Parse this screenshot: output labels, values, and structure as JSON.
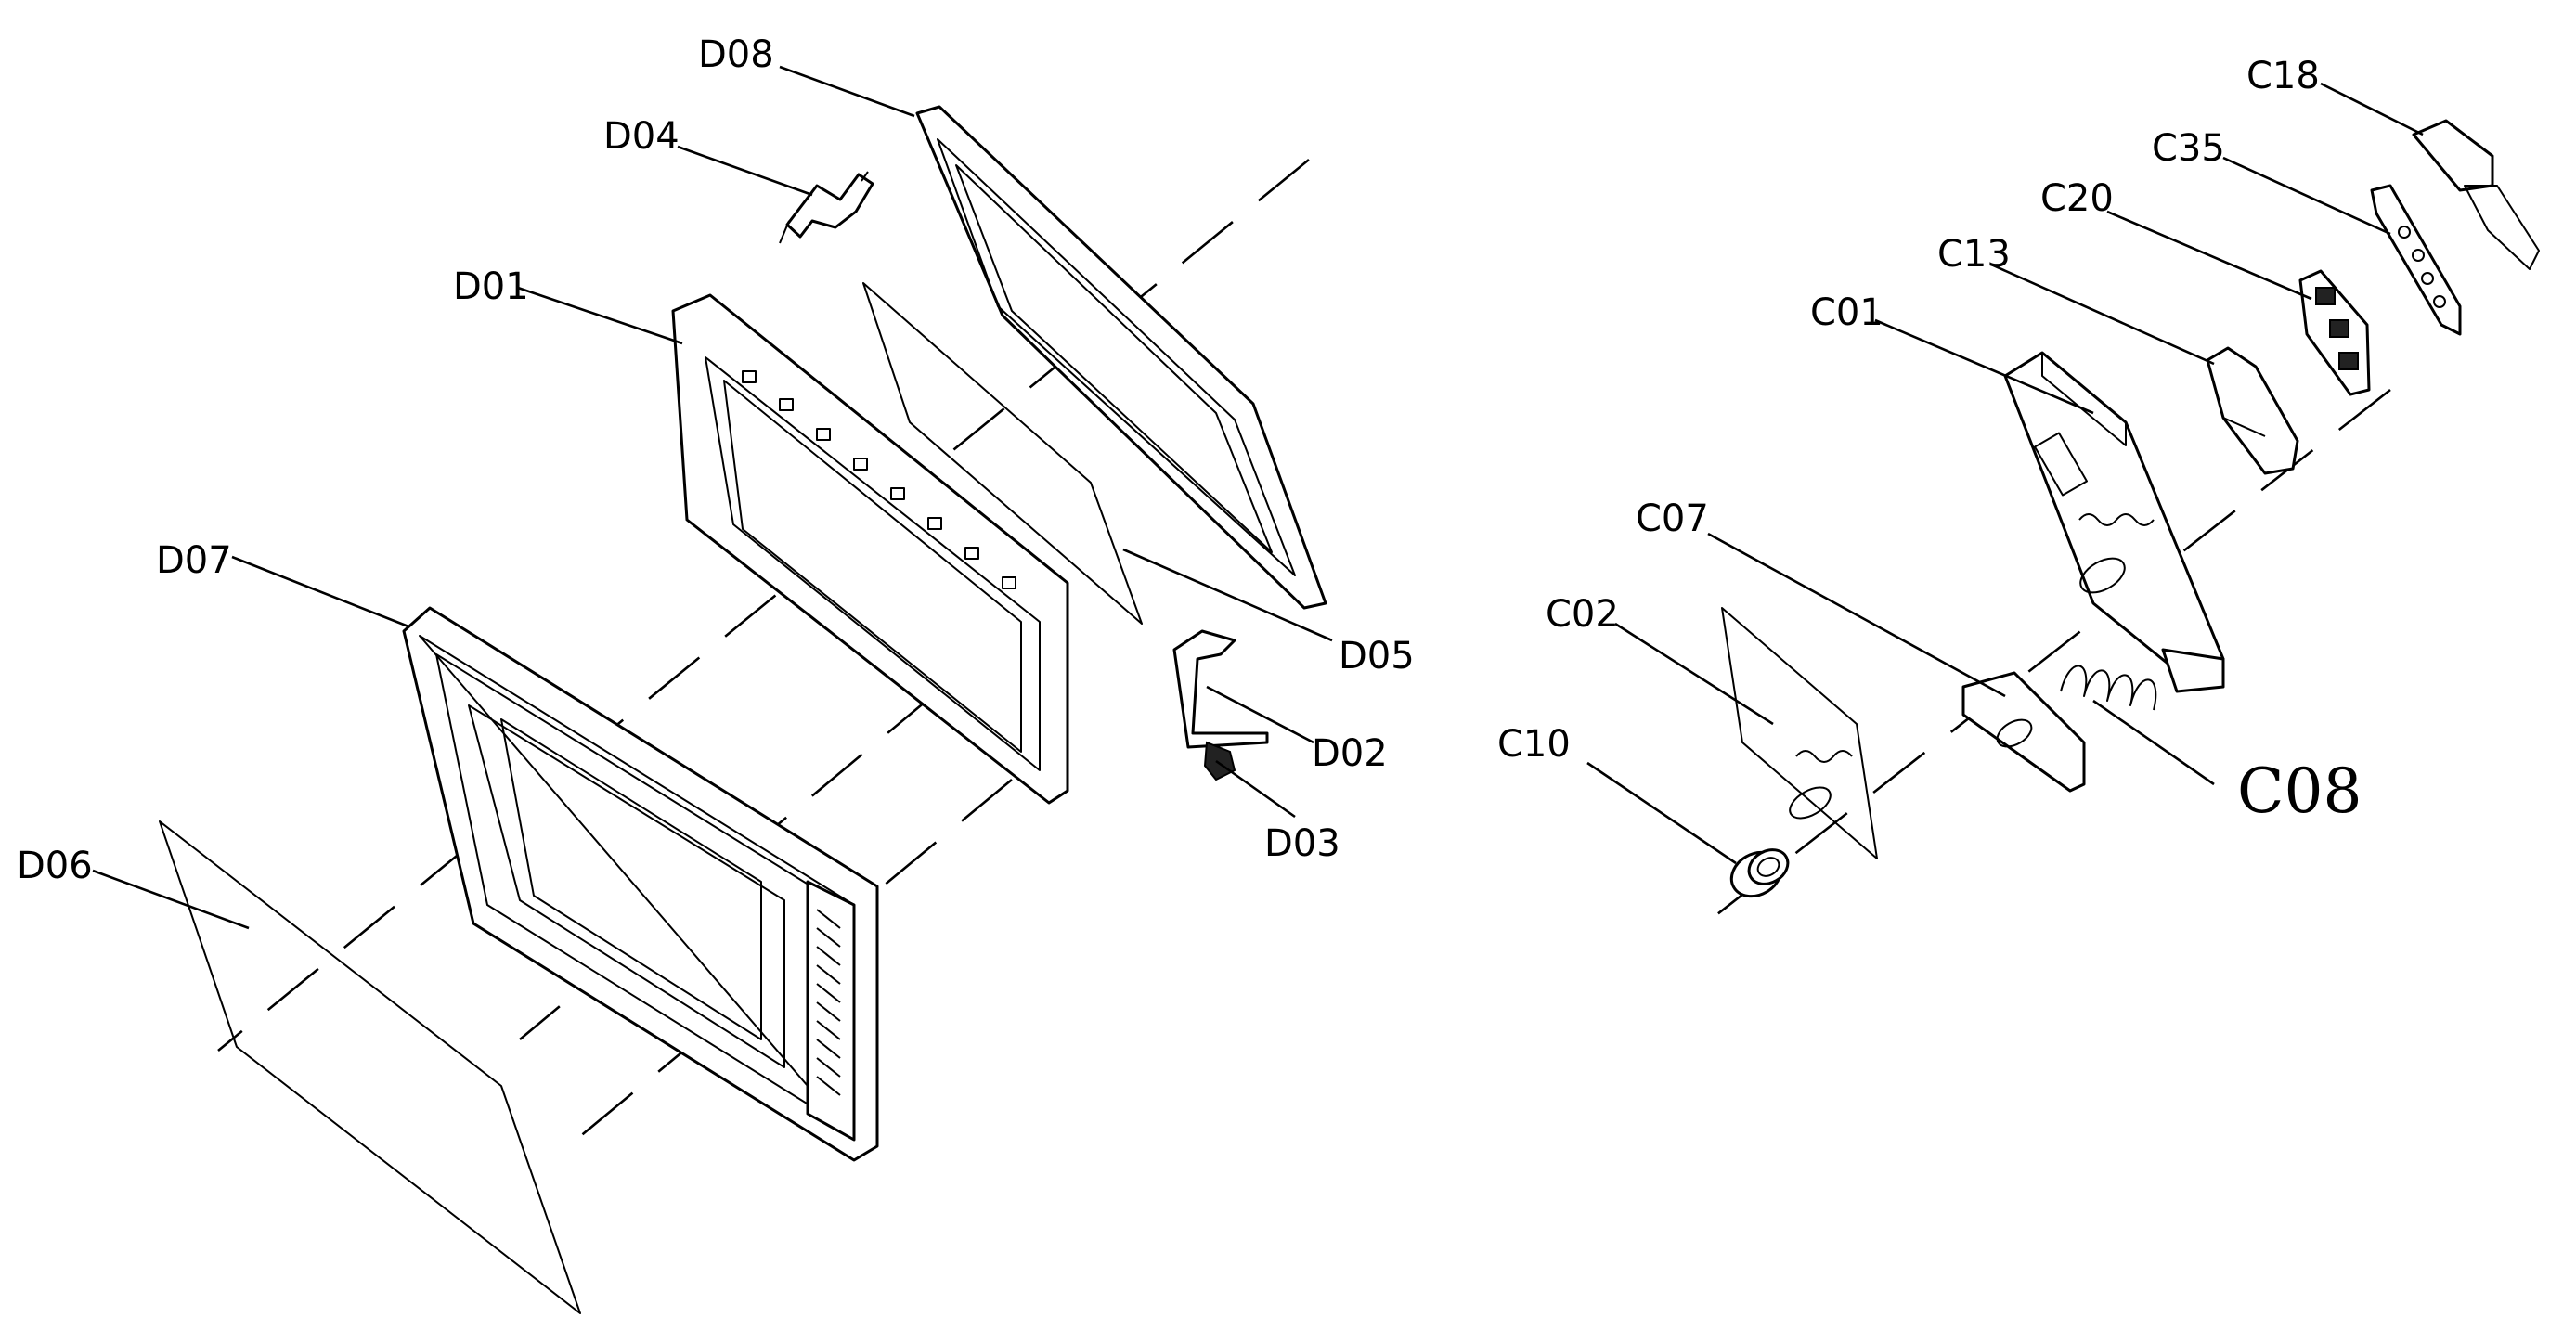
{
  "diagram": {
    "labels": {
      "D01": "D01",
      "D02": "D02",
      "D03": "D03",
      "D04": "D04",
      "D05": "D05",
      "D06": "D06",
      "D07": "D07",
      "D08": "D08",
      "C01": "C01",
      "C02": "C02",
      "C07": "C07",
      "C08": "C08",
      "C10": "C10",
      "C13": "C13",
      "C18": "C18",
      "C20": "C20",
      "C35": "C35"
    }
  }
}
